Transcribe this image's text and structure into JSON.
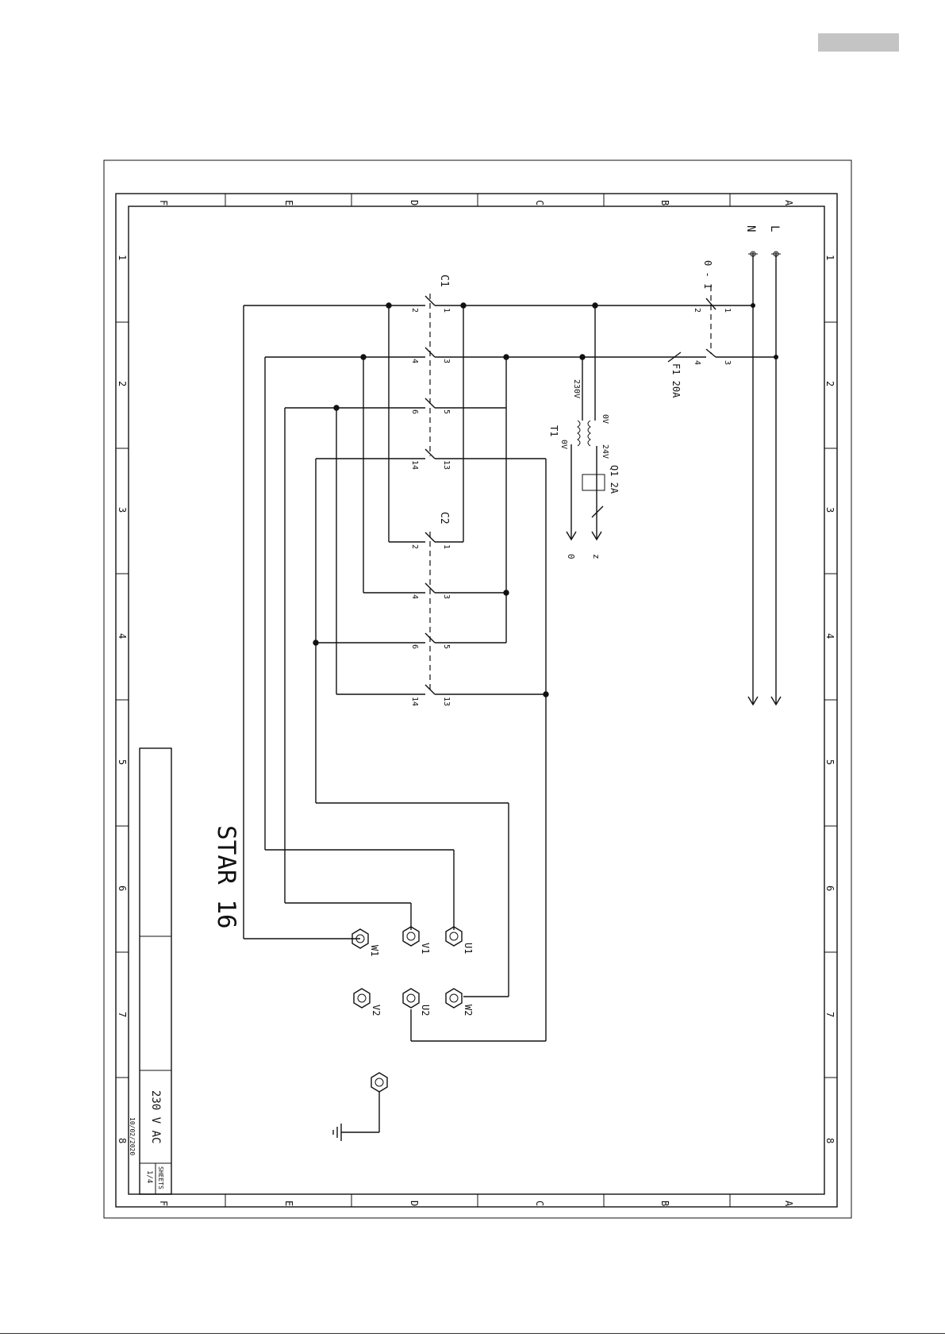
{
  "page": {
    "tab_color": "#c4c4c4"
  },
  "frame": {
    "row_letters": [
      "F",
      "E",
      "D",
      "C",
      "B",
      "A"
    ],
    "col_numbers": [
      "1",
      "2",
      "3",
      "4",
      "5",
      "6",
      "7",
      "8"
    ]
  },
  "title_block": {
    "title": "STAR 16",
    "voltage": "230 V AC",
    "date": "10/02/2020",
    "sheets_label": "SHEETS",
    "sheets_value": "1/4"
  },
  "supply": {
    "line_label": "L",
    "neutral_label": "N",
    "switch_label": "0 - 1",
    "switch_pins": [
      "1",
      "2",
      "3",
      "4"
    ]
  },
  "fuse": {
    "label": "F1 20A"
  },
  "transformer": {
    "label": "T1",
    "primary": [
      "230V",
      "0V"
    ],
    "secondary": [
      "24V",
      "0V"
    ],
    "breaker_label": "Q1 2A",
    "out_z": "z",
    "out_0": "0"
  },
  "contactor_c1": {
    "label": "C1",
    "pins": [
      "1",
      "2",
      "3",
      "4",
      "5",
      "6",
      "13",
      "14"
    ]
  },
  "contactor_c2": {
    "label": "C2",
    "pins": [
      "1",
      "2",
      "3",
      "4",
      "5",
      "6",
      "13",
      "14"
    ]
  },
  "terminals": {
    "u1": "U1",
    "v1": "V1",
    "w1": "W1",
    "w2": "W2",
    "u2": "U2",
    "v2": "V2"
  },
  "ground": {
    "icon": "ground-icon"
  }
}
